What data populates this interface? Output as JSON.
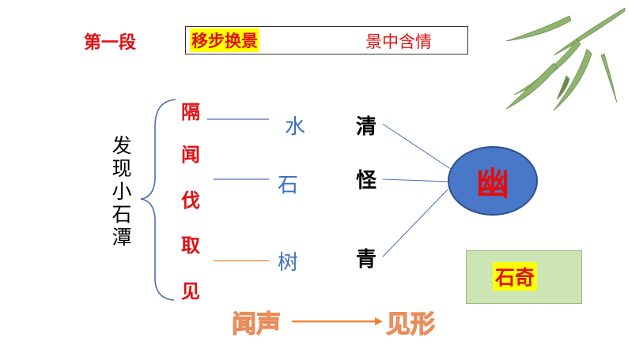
{
  "header": {
    "section": "第一段",
    "tag_left": "移步换景",
    "tag_right": "景中含情"
  },
  "diagram": {
    "vertical_label": [
      "发",
      "现",
      "小",
      "石",
      "潭"
    ],
    "steps": [
      "隔",
      "闻",
      "伐",
      "取",
      "见"
    ],
    "objects": [
      "水",
      "石",
      "树"
    ],
    "qualities": [
      "清",
      "怪",
      "青"
    ],
    "center": "幽",
    "conclusion": "石奇",
    "bottom_left": "闻声",
    "bottom_right": "见形"
  },
  "colors": {
    "red": "#e01010",
    "blue": "#3a6fc4",
    "circle": "#4a78c8",
    "highlight": "#ffff00",
    "green_box": "#cde4b4",
    "bottom_text": "#f6c9a6",
    "orange_line": "#f08030"
  }
}
